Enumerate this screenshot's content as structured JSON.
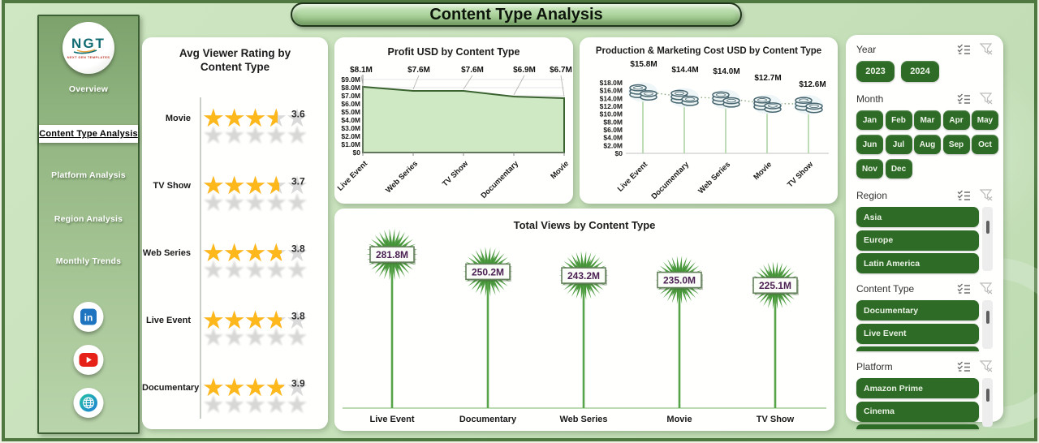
{
  "page": {
    "title": "Content Type Analysis"
  },
  "sidebar": {
    "logo": {
      "text": "NGT",
      "subtext": "NEXT GEN TEMPLATES"
    },
    "items": [
      {
        "label": "Overview",
        "active": false
      },
      {
        "label": "Content Type Analysis",
        "active": true
      },
      {
        "label": "Platform Analysis",
        "active": false
      },
      {
        "label": "Region Analysis",
        "active": false
      },
      {
        "label": "Monthly Trends",
        "active": false
      }
    ],
    "social_icons": [
      "linkedin-icon",
      "youtube-icon",
      "globe-icon"
    ]
  },
  "chart_data": [
    {
      "type": "bar",
      "style": "star-rating",
      "title": "Avg Viewer Rating by Content Type",
      "categories": [
        "Movie",
        "TV Show",
        "Web Series",
        "Live Event",
        "Documentary"
      ],
      "values": [
        3.6,
        3.7,
        3.8,
        3.8,
        3.9
      ],
      "value_labels": [
        "3.6",
        "3.7",
        "3.8",
        "3.8",
        "3.9"
      ],
      "max_rating": 5
    },
    {
      "type": "area",
      "title": "Profit USD by Content Type",
      "categories": [
        "Live Event",
        "Web Series",
        "TV Show",
        "Documentary",
        "Movie"
      ],
      "values": [
        8.1,
        7.6,
        7.6,
        6.9,
        6.7
      ],
      "value_labels": [
        "$8.1M",
        "$7.6M",
        "$7.6M",
        "$6.9M",
        "$6.7M"
      ],
      "ylim": [
        0,
        9
      ],
      "ytick_labels": [
        "$9.0M",
        "$8.0M",
        "$7.0M",
        "$6.0M",
        "$5.0M",
        "$4.0M",
        "$3.0M",
        "$2.0M",
        "$1.0M",
        "$0"
      ],
      "grid": true
    },
    {
      "type": "lollipop",
      "marker": "coin-stack-icon",
      "title": "Production & Marketing Cost USD by Content Type",
      "categories": [
        "Live Event",
        "Documentary",
        "Web Series",
        "Movie",
        "TV Show"
      ],
      "values": [
        15.8,
        14.4,
        14.0,
        12.7,
        12.6
      ],
      "value_labels": [
        "$15.8M",
        "$14.4M",
        "$14.0M",
        "$12.7M",
        "$12.6M"
      ],
      "ylim": [
        0,
        18
      ],
      "ytick_labels": [
        "$18.0M",
        "$16.0M",
        "$14.0M",
        "$12.0M",
        "$10.0M",
        "$8.0M",
        "$6.0M",
        "$4.0M",
        "$2.0M",
        "$0"
      ]
    },
    {
      "type": "lollipop",
      "marker": "flower-burst-icon",
      "title": "Total Views by Content Type",
      "categories": [
        "Live Event",
        "Documentary",
        "Web Series",
        "Movie",
        "TV Show"
      ],
      "values": [
        281.8,
        250.2,
        243.2,
        235.0,
        225.1
      ],
      "value_labels": [
        "281.8M",
        "250.2M",
        "243.2M",
        "235.0M",
        "225.1M"
      ]
    }
  ],
  "filters": {
    "header_icons": [
      "select-all-icon",
      "clear-filter-icon"
    ],
    "sections": [
      {
        "key": "year",
        "label": "Year",
        "layout": "chips",
        "options": [
          "2023",
          "2024"
        ],
        "partial_item_below": false
      },
      {
        "key": "month",
        "label": "Month",
        "layout": "grid",
        "options": [
          "Jan",
          "Feb",
          "Mar",
          "Apr",
          "May",
          "Jun",
          "Jul",
          "Aug",
          "Sep",
          "Oct",
          "Nov",
          "Dec"
        ],
        "partial_item_below": false
      },
      {
        "key": "region",
        "label": "Region",
        "layout": "list",
        "options": [
          "Asia",
          "Europe",
          "Latin America"
        ],
        "partial_item_below": false
      },
      {
        "key": "content-type",
        "label": "Content Type",
        "layout": "list",
        "options": [
          "Documentary",
          "Live Event"
        ],
        "partial_item_below": true
      },
      {
        "key": "platform",
        "label": "Platform",
        "layout": "list",
        "options": [
          "Amazon Prime",
          "Cinema"
        ],
        "partial_item_below": true
      }
    ]
  },
  "colors": {
    "chip_green": "#2e6b26",
    "star_gold": "#FFB81C",
    "area_fill": "#cfe9c5",
    "area_line": "#3a632f",
    "stem_light_green": "#aed3a4",
    "stem_green": "#57a449",
    "flower_green": "#4f9d42",
    "coin_outline": "#47656f",
    "views_label_text": "#4a1f52",
    "frame_green": "#4e7840",
    "background_green": "#c9e3bc"
  }
}
